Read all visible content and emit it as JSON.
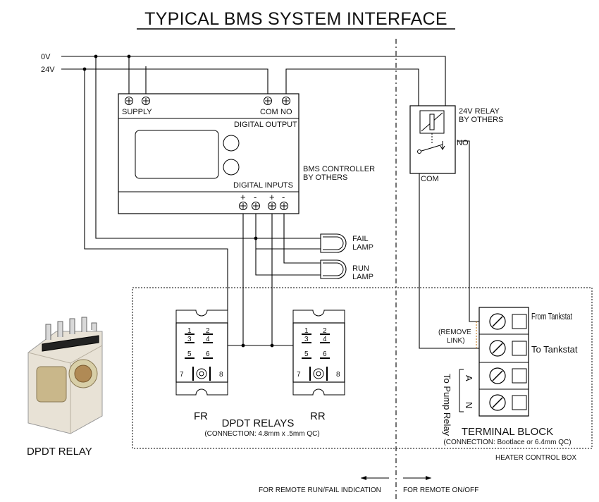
{
  "title": "TYPICAL BMS SYSTEM INTERFACE",
  "rails": {
    "zero_v": "0V",
    "v24": "24V"
  },
  "controller": {
    "supply": "SUPPLY",
    "com": "COM",
    "no": "NO",
    "digital_output": "DIGITAL OUTPUT",
    "digital_inputs": "DIGITAL INPUTS",
    "name_line1": "BMS CONTROLLER",
    "name_line2": "BY OTHERS",
    "plus": "+",
    "minus": "-"
  },
  "relay24": {
    "line1": "24V RELAY",
    "line2": "BY OTHERS",
    "no": "NO",
    "com": "COM"
  },
  "lamps": {
    "fail_line1": "FAIL",
    "fail_line2": "LAMP",
    "run_line1": "RUN",
    "run_line2": "LAMP"
  },
  "dpdt": {
    "fr": "FR",
    "rr": "RR",
    "label": "DPDT RELAYS",
    "connection": "(CONNECTION: 4.8mm x .5mm QC)",
    "pins": [
      "1",
      "2",
      "3",
      "4",
      "5",
      "6",
      "7",
      "8"
    ]
  },
  "terminal_block": {
    "from_tankstat": "From Tankstat",
    "to_tankstat": "To Tankstat",
    "remove_link_line1": "(REMOVE",
    "remove_link_line2": "LINK)",
    "to_pump_relay": "To Pump Relay",
    "a": "A",
    "n": "N",
    "label": "TERMINAL BLOCK",
    "connection": "(CONNECTION: Bootlace or 6.4mm QC)"
  },
  "heater_control_box": "HEATER CONTROL BOX",
  "dpdt_relay_photo_label": "DPDT RELAY",
  "footer": {
    "remote_run_fail": "FOR REMOTE RUN/FAIL INDICATION",
    "remote_on_off": "FOR REMOTE ON/OFF"
  }
}
